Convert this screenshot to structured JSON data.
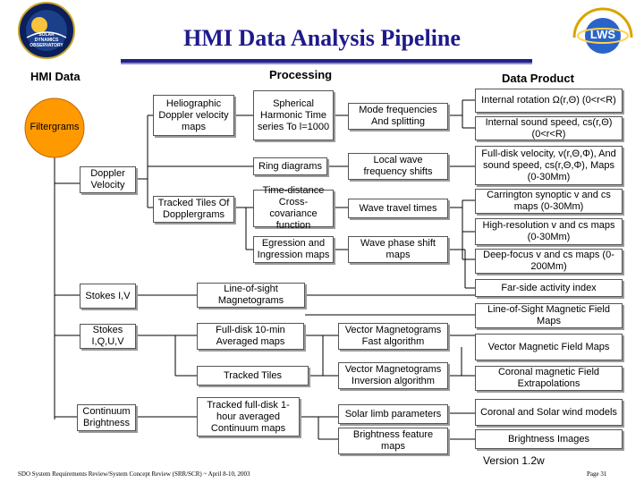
{
  "title": "HMI Data Analysis Pipeline",
  "columns": {
    "hmi_data": "HMI Data",
    "processing": "Processing",
    "data_product": "Data Product"
  },
  "logos": {
    "left": "SOLAR DYNAMICS OBSERVATORY",
    "right": "LWS"
  },
  "sources": {
    "filtergrams": "Filtergrams",
    "doppler": "Doppler Velocity",
    "stokes_iv": "Stokes I,V",
    "stokes_iquv": "Stokes I,Q,U,V",
    "continuum": "Continuum Brightness"
  },
  "proc1": {
    "helio": "Heliographic Doppler velocity maps",
    "tracked_tiles_doppler": "Tracked Tiles Of Dopplergrams"
  },
  "proc2": {
    "spherical": "Spherical Harmonic Time series To l=1000",
    "ring": "Ring diagrams",
    "time_distance": "Time-distance Cross-covariance function",
    "egression": "Egression and Ingression maps",
    "los_mag": "Line-of-sight Magnetograms",
    "fulldisk_avg": "Full-disk 10-min Averaged maps",
    "tracked_tiles": "Tracked Tiles",
    "tracked_fulldisk": "Tracked full-disk 1-hour averaged Continuum maps"
  },
  "proc3": {
    "mode_freq": "Mode frequencies And splitting",
    "local_wave": "Local wave frequency shifts",
    "travel_times": "Wave travel times",
    "phase_shift": "Wave phase shift maps",
    "vec_fast": "Vector Magnetograms Fast algorithm",
    "vec_inv": "Vector Magnetograms Inversion algorithm",
    "limb": "Solar limb parameters",
    "bright_feature": "Brightness feature maps"
  },
  "products": {
    "internal_rotation": "Internal rotation Ω(r,Θ) (0<r<R)",
    "internal_sound": "Internal sound speed, cs(r,Θ) (0<r<R)",
    "fulldisk_velocity": "Full-disk velocity, v(r,Θ,Φ), And sound speed, cs(r,Θ,Φ), Maps (0-30Mm)",
    "carrington": "Carrington synoptic v and cs maps (0-30Mm)",
    "highres": "High-resolution v and cs maps (0-30Mm)",
    "deepfocus": "Deep-focus v and cs maps (0-200Mm)",
    "farside": "Far-side activity index",
    "los_field": "Line-of-Sight Magnetic Field Maps",
    "vector_field": "Vector Magnetic Field Maps",
    "coronal_extrap": "Coronal magnetic Field Extrapolations",
    "coronal_wind": "Coronal and Solar wind models",
    "brightness_images": "Brightness Images"
  },
  "version": "Version 1.2w",
  "footer": "SDO System Requirements Review/System Concept Review (SRR/SCR) ~ April 8-10, 2003",
  "page": "Page 31",
  "colors": {
    "title": "#1f1a8c",
    "filtergram_circle": "#ff9900",
    "rule": "#24228a"
  }
}
